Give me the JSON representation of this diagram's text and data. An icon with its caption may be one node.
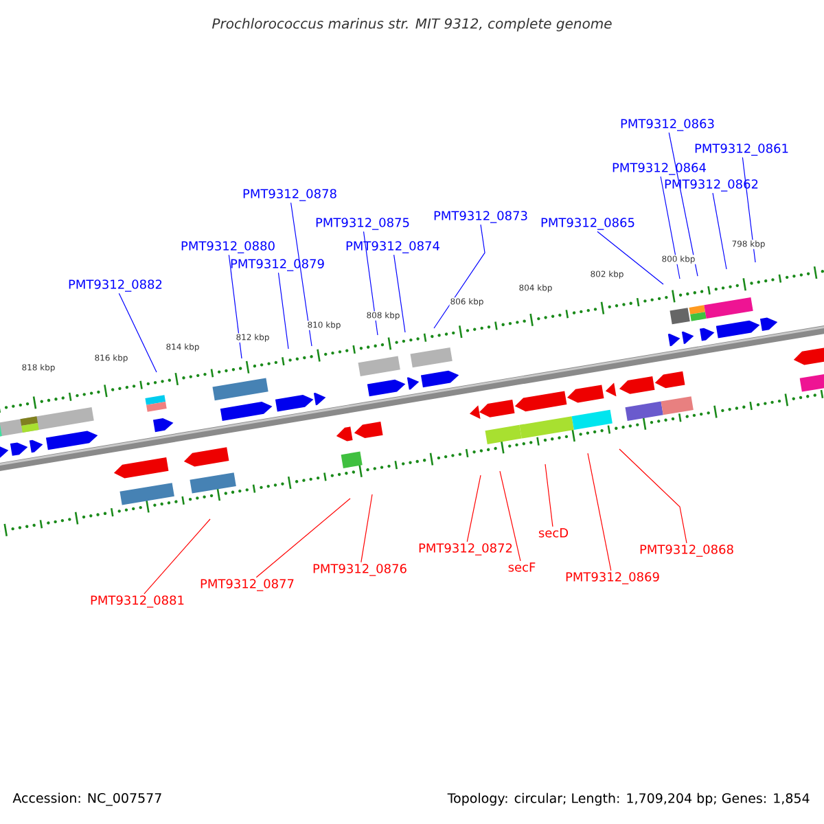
{
  "diagram": {
    "title": "Prochlorococcus marinus str. MIT 9312, complete genome",
    "nodes": [
      {
        "text": [
          "PMT9312_0882"
        ]
      },
      {
        "text": [
          "PMT9312_0880"
        ]
      },
      {
        "text": [
          "PMT9312_0879"
        ]
      },
      {
        "text": [
          "PMT9312_0878"
        ]
      },
      {
        "text": [
          "PMT9312_0875"
        ]
      },
      {
        "text": [
          "PMT9312_0874"
        ]
      },
      {
        "text": [
          "PMT9312_0873"
        ]
      },
      {
        "text": [
          "PMT9312_0865"
        ]
      },
      {
        "text": [
          "PMT9312_0864"
        ]
      },
      {
        "text": [
          "PMT9312_0863"
        ]
      },
      {
        "text": [
          "PMT9312_0862"
        ]
      },
      {
        "text": [
          "PMT9312_0861"
        ]
      },
      {
        "text": [
          "PMT9312_0881"
        ]
      },
      {
        "text": [
          "PMT9312_0877"
        ]
      },
      {
        "text": [
          "PMT9312_0876"
        ]
      },
      {
        "text": [
          "PMT9312_0872"
        ]
      },
      {
        "text": [
          "secF"
        ]
      },
      {
        "text": [
          "secD"
        ]
      },
      {
        "text": [
          "PMT9312_0869"
        ]
      },
      {
        "text": [
          "PMT9312_0868"
        ]
      }
    ],
    "edges": [
      {
        "from": 0,
        "to": null,
        "arrow": "none"
      },
      {
        "from": 1,
        "to": null,
        "arrow": "none"
      },
      {
        "from": 2,
        "to": null,
        "arrow": "none"
      },
      {
        "from": 3,
        "to": null,
        "arrow": "none"
      },
      {
        "from": 4,
        "to": null,
        "arrow": "none"
      },
      {
        "from": 5,
        "to": null,
        "arrow": "none"
      },
      {
        "from": 6,
        "to": null,
        "arrow": "none"
      },
      {
        "from": 7,
        "to": null,
        "arrow": "none"
      },
      {
        "from": 8,
        "to": null,
        "arrow": "none"
      },
      {
        "from": 9,
        "to": null,
        "arrow": "none"
      },
      {
        "from": 10,
        "to": null,
        "arrow": "none"
      },
      {
        "from": 11,
        "to": null,
        "arrow": "none"
      },
      {
        "from": 12,
        "to": null,
        "arrow": "none",
        "color": "#ff0000"
      },
      {
        "from": 13,
        "to": null,
        "arrow": "none",
        "color": "#ff0000"
      },
      {
        "from": 14,
        "to": null,
        "arrow": "none",
        "color": "#ff0000"
      },
      {
        "from": 15,
        "to": null,
        "arrow": "none",
        "color": "#ff0000"
      },
      {
        "from": 16,
        "to": null,
        "arrow": "none",
        "color": "#ff0000"
      },
      {
        "from": 17,
        "to": null,
        "arrow": "none",
        "color": "#ff0000"
      },
      {
        "from": 18,
        "to": null,
        "arrow": "none",
        "color": "#ff0000"
      },
      {
        "from": 19,
        "to": null,
        "arrow": "none",
        "color": "#ff0000"
      }
    ],
    "labels": [
      "818 kbp",
      "816 kbp",
      "814 kbp",
      "812 kbp",
      "810 kbp",
      "808 kbp",
      "806 kbp",
      "804 kbp",
      "802 kbp",
      "800 kbp",
      "798 kbp",
      "Accession: NC_007577",
      "Topology: circular; Length: 1,709,204 bp; Genes: 1,854"
    ]
  }
}
